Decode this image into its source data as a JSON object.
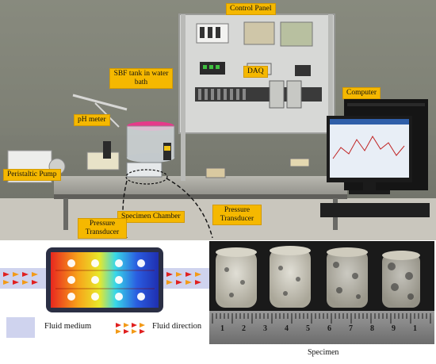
{
  "photo": {
    "labels": {
      "control_panel": "Control Panel",
      "daq": "DAQ",
      "sbf_tank": "SBF tank in water bath",
      "computer": "Computer",
      "ph_meter": "pH meter",
      "peristaltic_pump": "Peristaltic Pump",
      "specimen_chamber": "Specimen Chamber",
      "pressure_transducer_left": "Pressure Transducer",
      "pressure_transducer_right": "Pressure Transducer"
    }
  },
  "legend": {
    "fluid_medium": "Fluid medium",
    "fluid_direction": "Fluid direction"
  },
  "specimen_photo": {
    "caption": "Specimen",
    "ruler_numbers": [
      "1",
      "2",
      "3",
      "4",
      "5",
      "6",
      "7",
      "8",
      "9",
      "1"
    ]
  },
  "colors": {
    "label_bg": "#f5b800",
    "fluid_medium": "#cfd3ee",
    "arrow_red": "#e02020",
    "arrow_orange": "#f29a18"
  }
}
